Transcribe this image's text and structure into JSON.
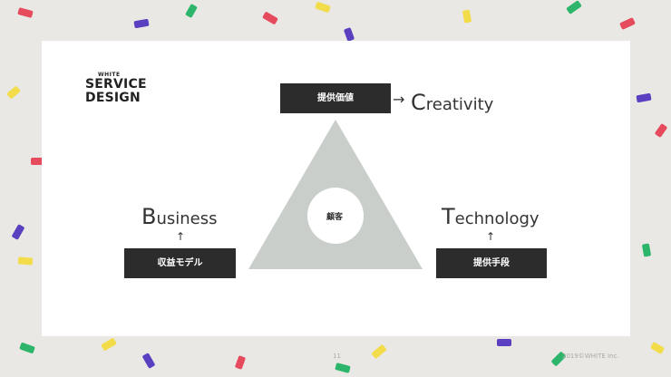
{
  "logo": {
    "small": "WHITE",
    "line1": "SERVICE",
    "line2": "DESIGN"
  },
  "value_box": "提供価値",
  "value_arrow": "→",
  "creativity_initial": "C",
  "creativity_rest": "reativity",
  "center_label": "顧客",
  "business_initial": "B",
  "business_rest": "usiness",
  "revenue_arrow": "↑",
  "revenue_box": "収益モデル",
  "technology_initial": "T",
  "technology_rest": "echnology",
  "means_arrow": "↑",
  "means_box": "提供手段",
  "page_number": "11",
  "copyright": "2019©WHITE Inc.",
  "colors": {
    "dark_box": "#2c2c2c",
    "triangle": "#c9ceca",
    "background": "#eae8e4"
  }
}
